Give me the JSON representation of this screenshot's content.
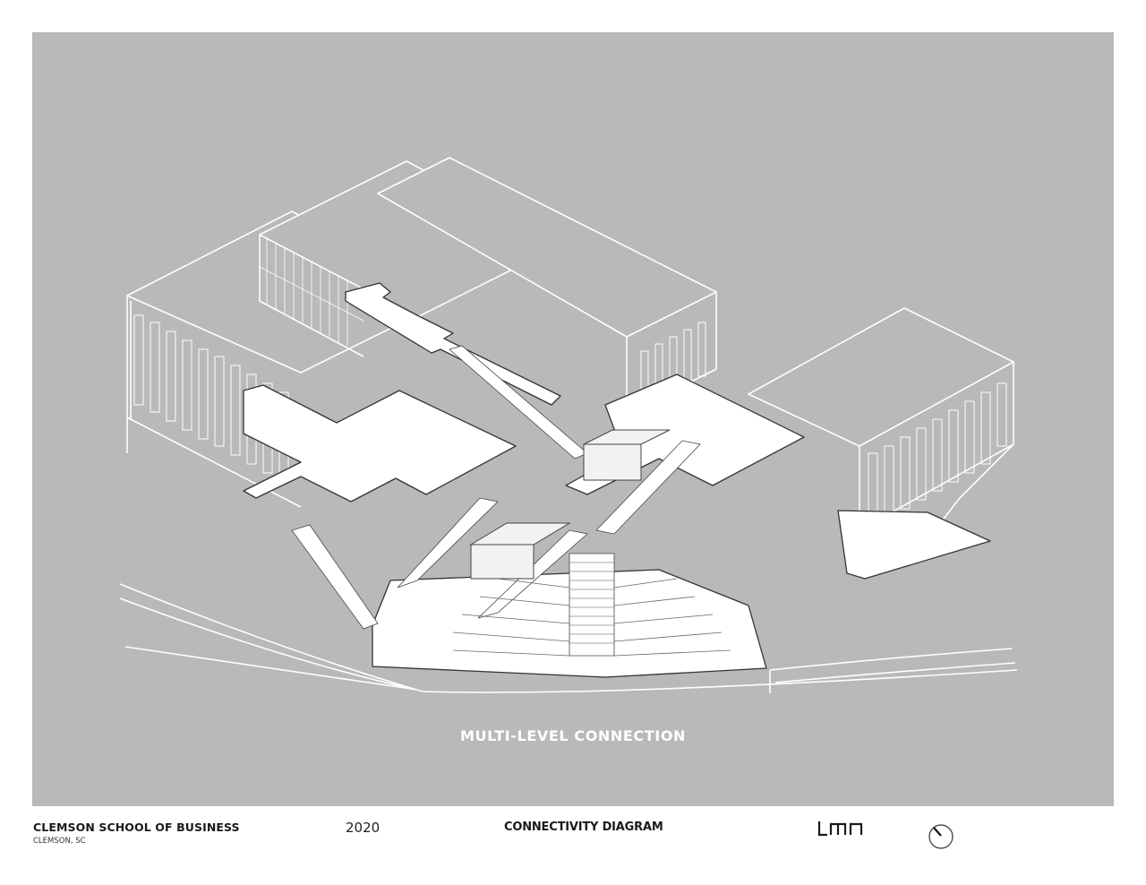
{
  "drawing": {
    "caption": "MULTI-LEVEL CONNECTION",
    "background_color": "#b8b9b8",
    "line_color": "#ffffff",
    "cut_line_color": "#333333"
  },
  "footer": {
    "project_title": "CLEMSON SCHOOL OF BUSINESS",
    "location": "CLEMSON, SC",
    "year": "2020",
    "sheet_title": "CONNECTIVITY DIAGRAM",
    "firm_logo": "lmn",
    "north_arrow_icon": "north-arrow-icon"
  }
}
